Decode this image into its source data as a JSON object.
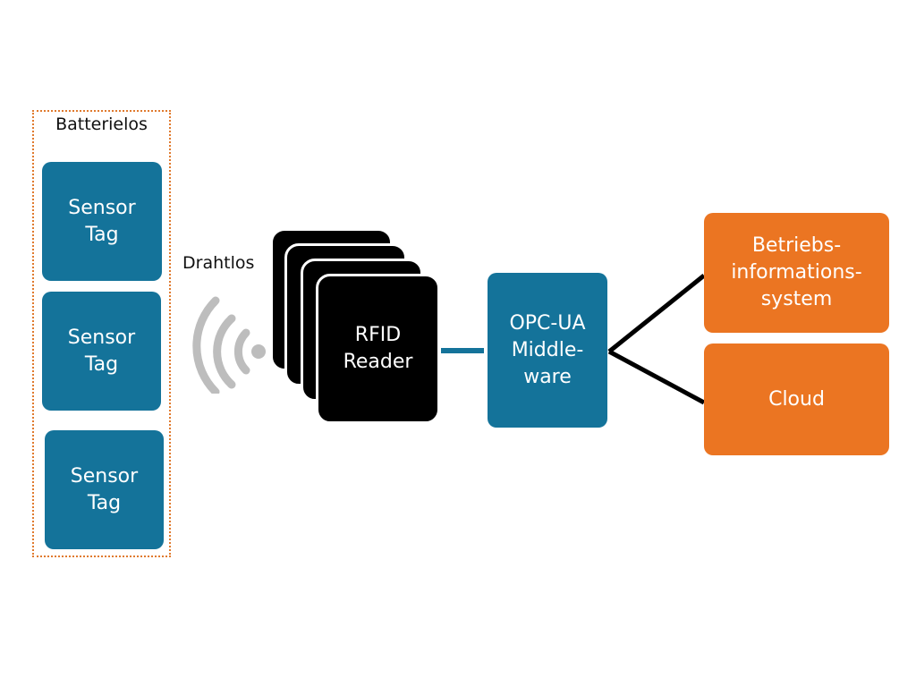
{
  "colors": {
    "sensor": "#14739a",
    "middleware": "#14739a",
    "target": "#eb7522",
    "reader": "#000000",
    "group_border": "#e07a2e",
    "wireless": "#bdbdbd"
  },
  "group": {
    "label": "Batterielos"
  },
  "sensor_tags": [
    {
      "label": "Sensor\nTag"
    },
    {
      "label": "Sensor\nTag"
    },
    {
      "label": "Sensor\nTag"
    }
  ],
  "wireless": {
    "label": "Drahtlos",
    "icon": "wireless-signal-icon"
  },
  "reader": {
    "label": "RFID\nReader",
    "stack_count": 4
  },
  "middleware": {
    "label": "OPC-UA\nMiddle-\nware"
  },
  "targets": [
    {
      "label": "Betriebs-\ninformations-\nsystem"
    },
    {
      "label": "Cloud"
    }
  ]
}
